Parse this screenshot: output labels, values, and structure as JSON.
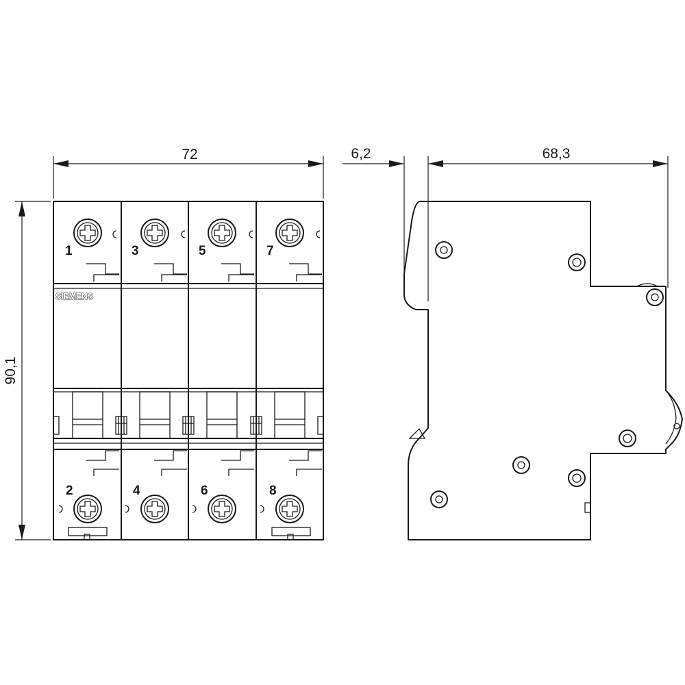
{
  "dimensions": {
    "width": "72",
    "height": "90,1",
    "offset": "6,2",
    "depth": "68,3"
  },
  "brand": "SIEMENS",
  "terminals": {
    "top": [
      "1",
      "3",
      "5",
      "7"
    ],
    "bottom": [
      "2",
      "4",
      "6",
      "8"
    ]
  }
}
